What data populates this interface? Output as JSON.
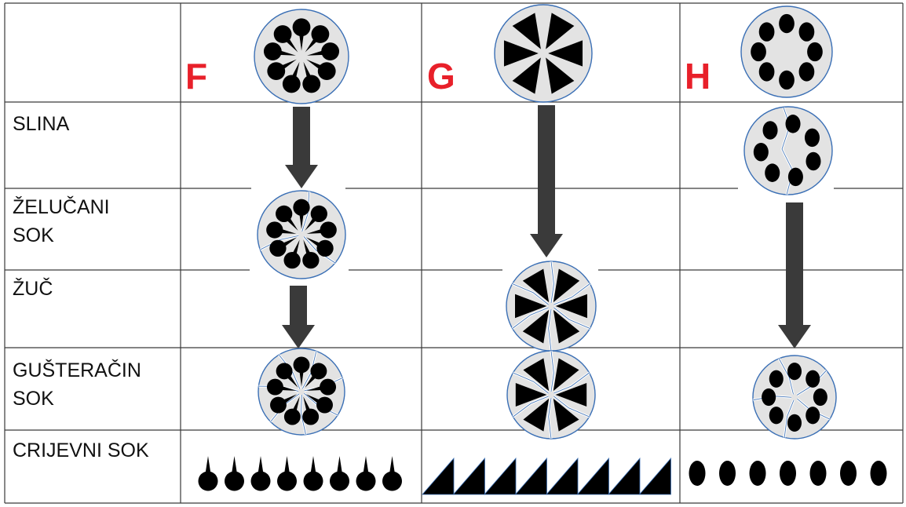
{
  "columns": [
    {
      "letter": "F",
      "shape": "lollipop",
      "color": "#e8202a"
    },
    {
      "letter": "G",
      "shape": "triangle",
      "color": "#e8202a"
    },
    {
      "letter": "H",
      "shape": "oval",
      "color": "#e8202a"
    }
  ],
  "rows": [
    {
      "line1": "SLINA",
      "line2": ""
    },
    {
      "line1": "ŽELUČANI",
      "line2": "SOK"
    },
    {
      "line1": "ŽUČ",
      "line2": ""
    },
    {
      "line1": "GUŠTERAČIN",
      "line2": "SOK"
    },
    {
      "line1": "CRIJEVNI SOK",
      "line2": ""
    }
  ],
  "colors": {
    "grid": "#3a3a3a",
    "disk_fill": "#e3e3e3",
    "disk_stroke": "#3a6fb5",
    "particle": "#000000",
    "arrow": "#3a3a3a"
  }
}
